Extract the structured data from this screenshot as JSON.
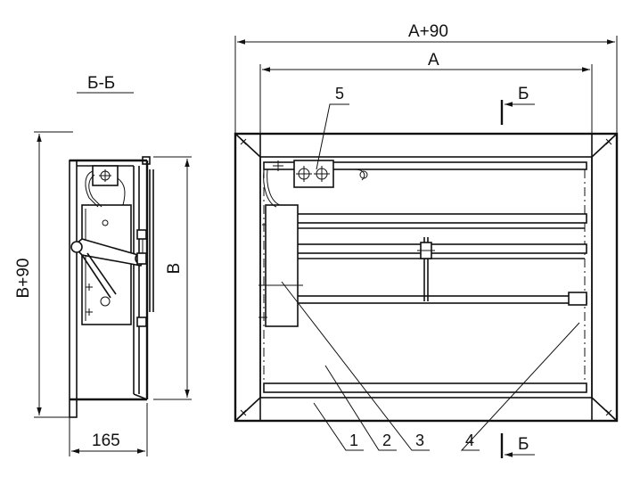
{
  "section_view": {
    "title": "Б-Б",
    "height_label": "B+90",
    "inner_height_label": "B",
    "depth_label": "165"
  },
  "front_view": {
    "outer_width_label": "A+90",
    "inner_width_label": "A",
    "section_mark_top": "Б",
    "section_mark_bottom": "Б"
  },
  "callouts": [
    "1",
    "2",
    "3",
    "4",
    "5"
  ]
}
